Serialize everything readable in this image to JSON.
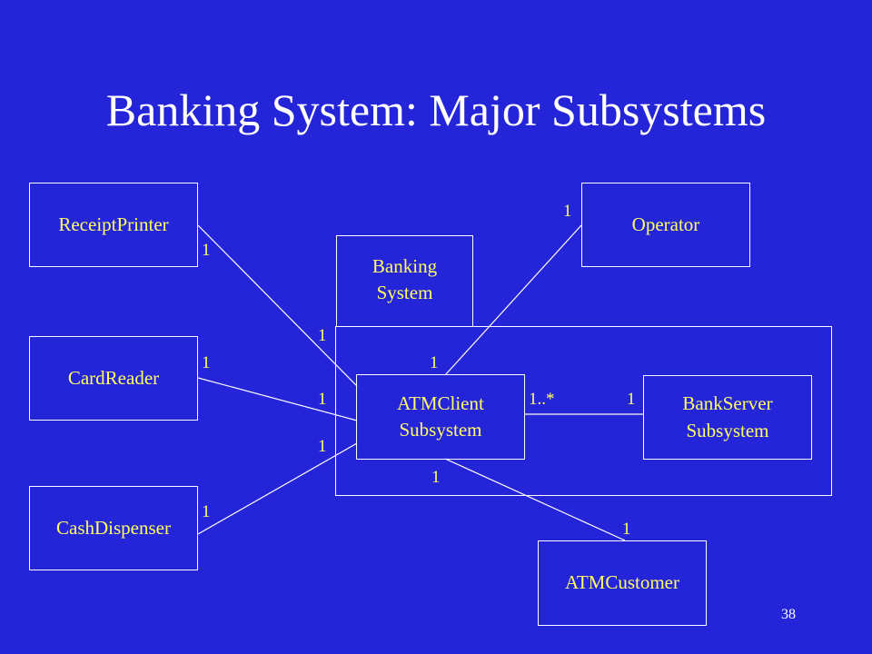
{
  "title": "Banking System: Major Subsystems",
  "package": {
    "label": "Banking\nSystem"
  },
  "nodes": {
    "receipt_printer": "ReceiptPrinter",
    "card_reader": "CardReader",
    "cash_dispenser": "CashDispenser",
    "operator": "Operator",
    "atm_client": "ATMClient\nSubsystem",
    "bank_server": "BankServer\nSubsystem",
    "atm_customer": "ATMCustomer"
  },
  "multiplicities": {
    "receipt_printer_end": "1",
    "receipt_client_end": "1",
    "card_reader_end": "1",
    "card_client_end": "1",
    "cash_dispenser_end": "1",
    "cash_client_end": "1",
    "operator_end": "1",
    "operator_client_end": "1",
    "client_server_end": "1..*",
    "server_end": "1",
    "customer_client_end": "1",
    "customer_end": "1"
  },
  "page_number": "38",
  "colors": {
    "background": "#2424d8",
    "line": "#ffffff",
    "text": "#ffff66",
    "title": "#ffffff"
  }
}
